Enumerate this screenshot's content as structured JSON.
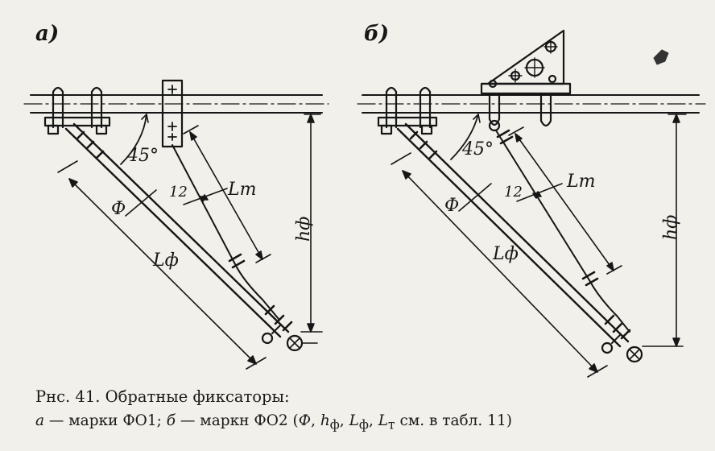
{
  "panels": [
    {
      "letter": "а)",
      "labels": {
        "angle": "45°",
        "gap": "12",
        "lt": "Lт",
        "phi": "Ф",
        "lphi": "Lф",
        "hphi": "hф"
      }
    },
    {
      "letter": "б)",
      "labels": {
        "angle": "45°",
        "gap": "12",
        "lt": "Lт",
        "phi": "Ф",
        "lphi": "Lф",
        "hphi": "hф"
      }
    }
  ],
  "caption": {
    "title": "Рнс. 41. Обратные фиксаторы:",
    "line2_a_letter": "а",
    "line2_a_text": " — марки ФО1; ",
    "line2_b_letter": "б",
    "line2_b_text": " — маркн ФО2 (",
    "sym_phi": "Ф",
    "sym_h": "h",
    "sub_h": "ф",
    "sym_l": "L",
    "sub_l": "ф",
    "sym_lt": "L",
    "sub_lt": "т",
    "tail": " см. в табл. 11)",
    "comma": ", "
  }
}
